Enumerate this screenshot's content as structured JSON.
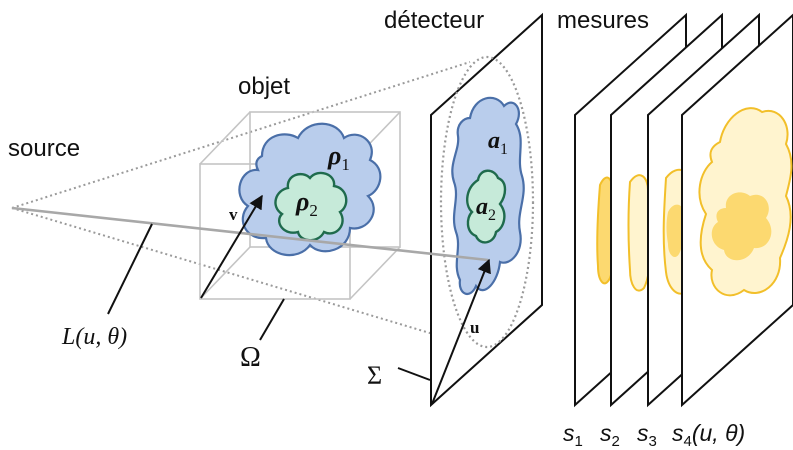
{
  "labels": {
    "source": "source",
    "objet": "objet",
    "detecteur": "détecteur",
    "mesures": "mesures",
    "rho1": "ρ",
    "rho1_sub": "1",
    "rho2": "ρ",
    "rho2_sub": "2",
    "a1": "a",
    "a1_sub": "1",
    "a2": "a",
    "a2_sub": "2",
    "v": "v",
    "u": "u",
    "omega": "Ω",
    "sigma": "Σ",
    "ray": "L(u, θ)",
    "s1": "s",
    "s1_sub": "1",
    "s2": "s",
    "s2_sub": "2",
    "s3": "s",
    "s3_sub": "3",
    "s4": "s",
    "s4_sub": "4",
    "s4_args": "(u, θ)"
  },
  "colors": {
    "object_outer_fill": "#b9cdec",
    "object_outer_stroke": "#4a6fa8",
    "object_inner_fill": "#c6ead9",
    "object_inner_stroke": "#1f6b4d",
    "measure_light": "#fff4cf",
    "measure_dark": "#fcd970",
    "measure_stroke": "#f2bf2a",
    "box": "#c4c4c4",
    "dotted": "#9a9a9a"
  }
}
